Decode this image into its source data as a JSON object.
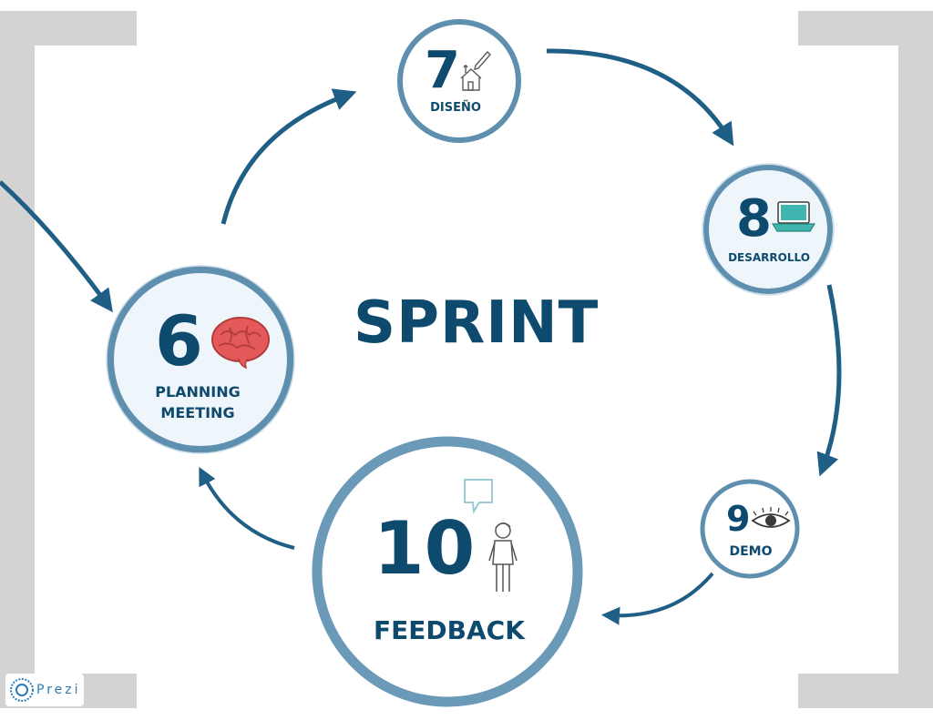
{
  "title": "SPRINT",
  "steps": [
    {
      "number": "6",
      "label_line1": "PLANNING",
      "label_line2": "MEETING",
      "icon": "brain-icon"
    },
    {
      "number": "7",
      "label": "DISEÑO",
      "icon": "house-pencil-icon"
    },
    {
      "number": "8",
      "label": "DESARROLLO",
      "icon": "laptop-icon"
    },
    {
      "number": "9",
      "label": "DEMO",
      "icon": "eye-icon"
    },
    {
      "number": "10",
      "label": "FEEDBACK",
      "icon": "person-speech-icon"
    }
  ],
  "logo": {
    "text": "Prezi"
  },
  "colors": {
    "primary": "#0d4a6e",
    "circle_stroke": "#5f8fae",
    "circle_fill": "#eef5fb",
    "arrow": "#1f5f86",
    "brain": "#e45a5a",
    "laptop": "#3fb7b0",
    "bracket": "#d3d3d3"
  }
}
